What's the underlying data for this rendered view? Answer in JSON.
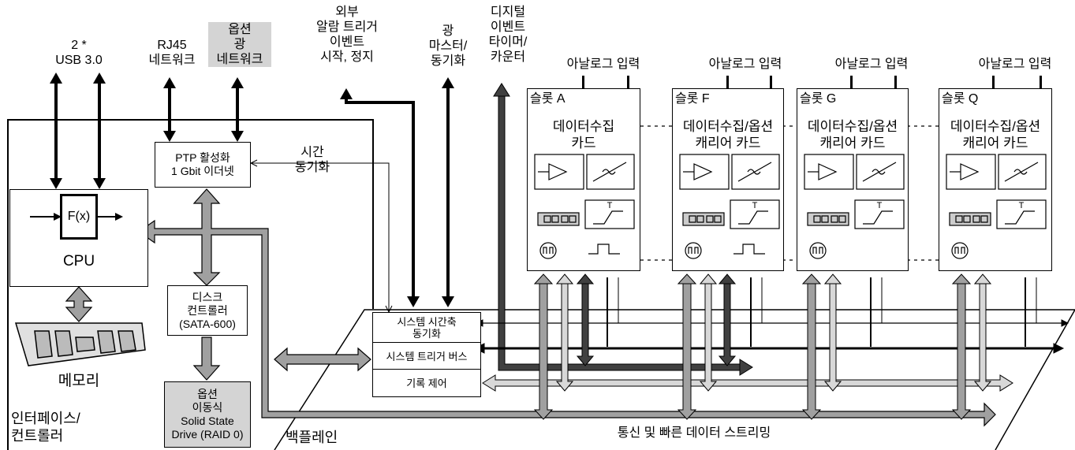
{
  "top_labels": {
    "usb": "2 *\nUSB 3.0",
    "rj45": "RJ45\n네트워크",
    "optical_net": "옵션\n광\n네트워크",
    "external_alarm": "외부\n알람 트리거\n이벤트\n시작, 정지",
    "optical_master": "광\n마스터/\n동기화",
    "digital_event": "디지털\n이벤트\n타이머/\n카운터"
  },
  "analog_input_label": "아날로그 입력",
  "ptp_box": "PTP 활성화\n1 Gbit 이더넷",
  "time_sync": "시간\n동기화",
  "cpu_func": "F(x)",
  "cpu_label": "CPU",
  "memory_label": "메모리",
  "disk_controller": "디스크\n컨트롤러\n(SATA-600)",
  "ssd": "옵션\n이동식\nSolid State\nDrive (RAID 0)",
  "interface_label": "인터페이스/\n컨트롤러",
  "backplane_label": "백플레인",
  "backplane_rows": {
    "time_axis": "시스템 시간축\n동기화",
    "trigger_bus": "시스템 트리거 버스",
    "record_control": "기록 제어"
  },
  "streaming_label": "통신 및 빠른 데이터 스트리밍",
  "slots": [
    {
      "name": "슬롯 A",
      "title": "데이터수집\n카드"
    },
    {
      "name": "슬롯 F",
      "title": "데이터수집/옵션\n캐리어 카드"
    },
    {
      "name": "슬롯 G",
      "title": "데이터수집/옵션\n캐리어 카드"
    },
    {
      "name": "슬롯 Q",
      "title": "데이터수집/옵션\n캐리어 카드"
    }
  ],
  "trigger_symbol": "T",
  "colors": {
    "dark": "#404040",
    "mid": "#a0a0a0",
    "light": "#d8d8d8",
    "grey_box": "#d4d4d4"
  }
}
